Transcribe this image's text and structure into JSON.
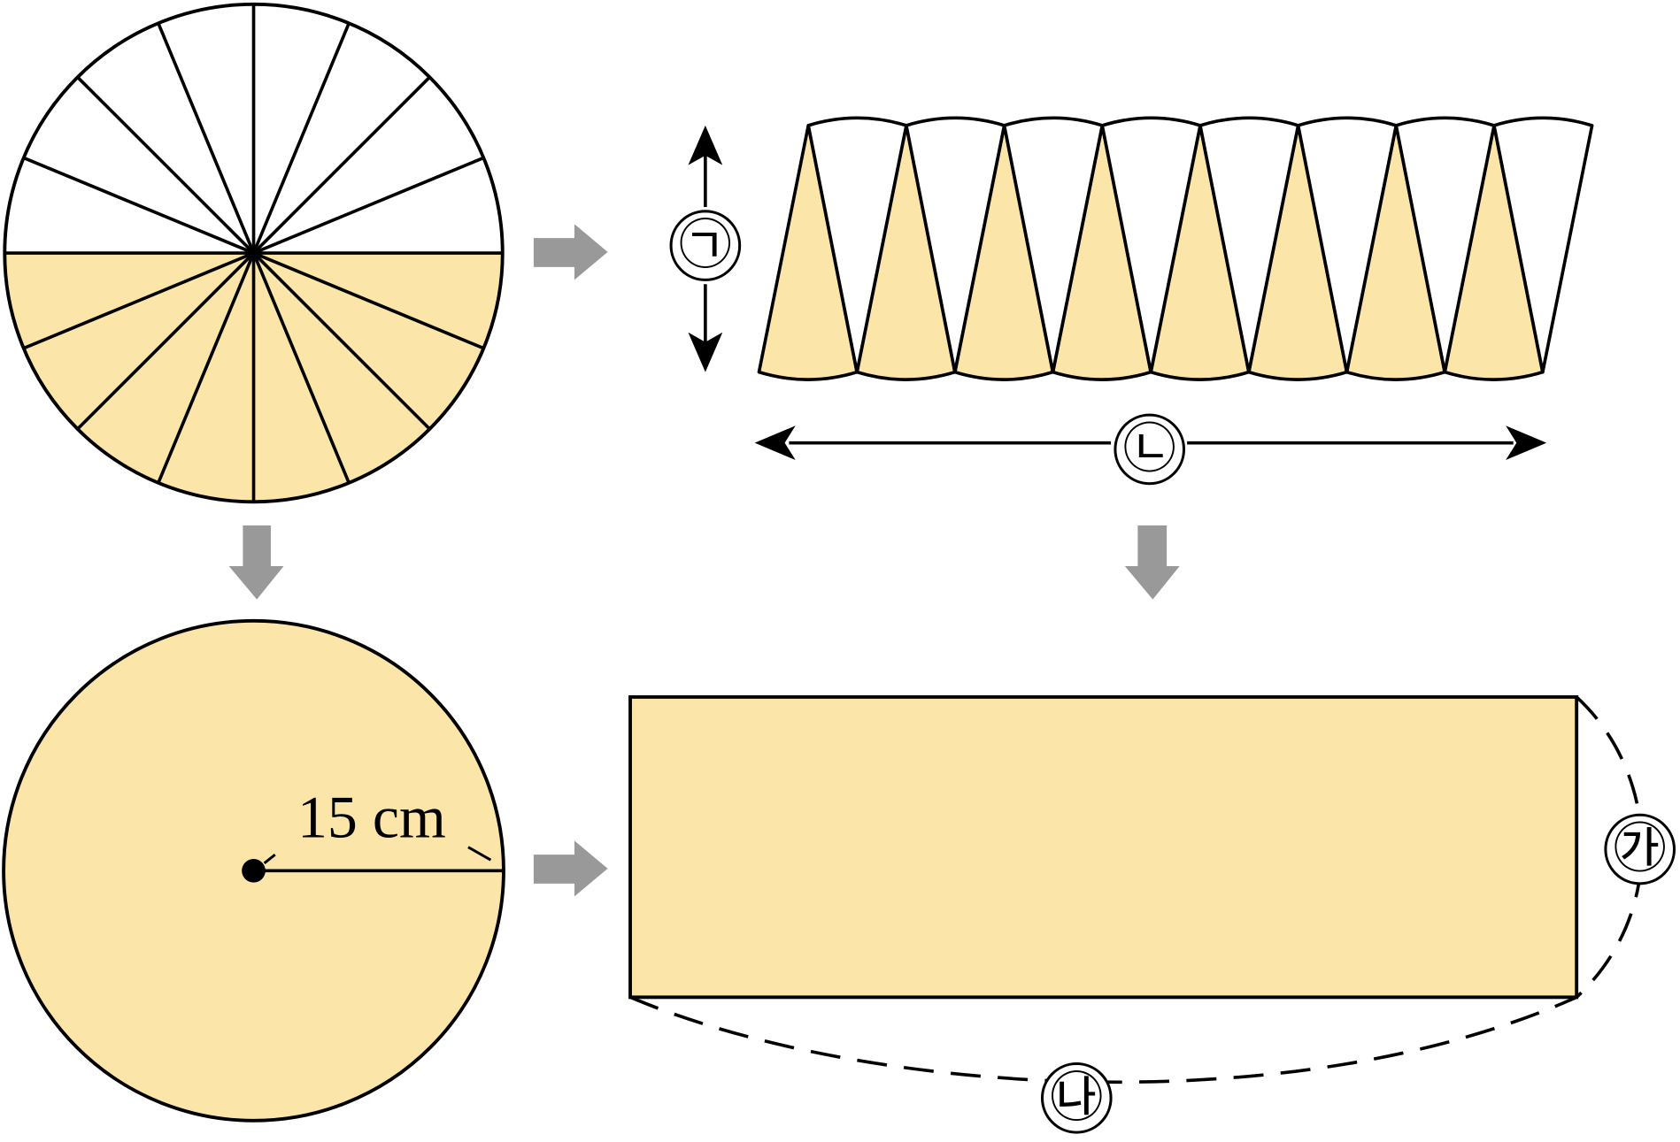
{
  "labels": {
    "height_marker": "㉠",
    "width_marker": "㉡",
    "rect_side_marker": "㉮",
    "rect_bottom_marker": "㉯",
    "radius": "15 cm"
  },
  "figure": {
    "circle_sectors": 16,
    "shaded_half": "bottom",
    "parallelogram_pieces": 16
  },
  "colors": {
    "fill": "#fce5a8",
    "stroke": "#000000",
    "arrow": "#999999",
    "background": "#ffffff"
  }
}
